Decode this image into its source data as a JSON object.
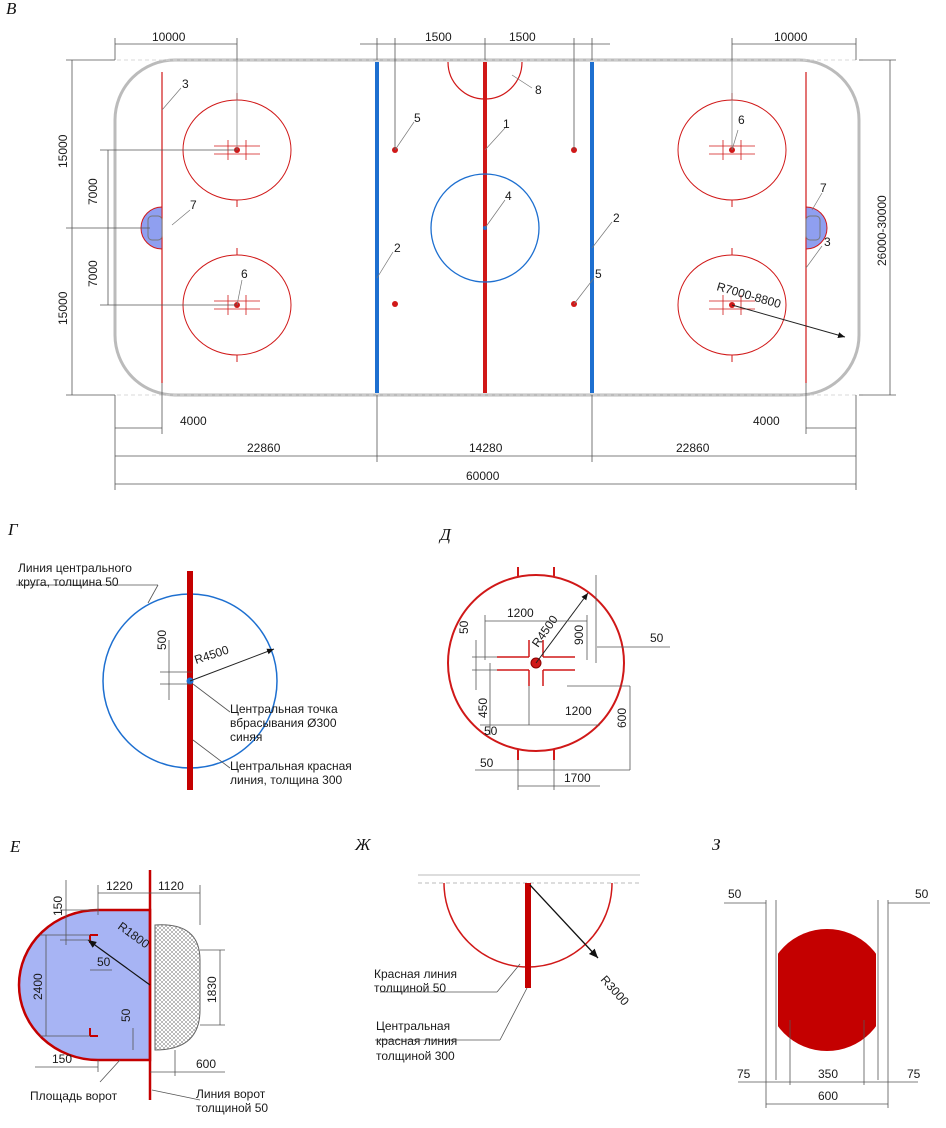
{
  "sections": {
    "v": "В",
    "g": "Г",
    "d": "Д",
    "e": "Е",
    "zh": "Ж",
    "z": "З"
  },
  "rink": {
    "dims": {
      "top_left": "10000",
      "top_c1": "1500",
      "top_c2": "1500",
      "top_right": "10000",
      "left_upper": "15000",
      "left_mid1": "7000",
      "left_mid2": "7000",
      "left_lower": "15000",
      "right_width": "26000-30000",
      "bot_left_small": "4000",
      "bot_right_small": "4000",
      "bot_left": "22860",
      "bot_center": "14280",
      "bot_right": "22860",
      "bot_total": "60000",
      "radius": "R7000-8800"
    },
    "labels": {
      "n1": "1",
      "n2a": "2",
      "n2b": "2",
      "n3a": "3",
      "n3b": "3",
      "n4": "4",
      "n5a": "5",
      "n5b": "5",
      "n6a": "6",
      "n6b": "6",
      "n7a": "7",
      "n7b": "7",
      "n8": "8"
    }
  },
  "panel_g": {
    "circle_line": "Линия центрального\nкруга, толщина 50",
    "dim_500": "500",
    "radius": "R4500",
    "center_spot": "Центральная точка\nвбрасывания Ø300\nсиняя",
    "center_line": "Центральная красная\nлиния, толщина 300"
  },
  "panel_d": {
    "d1200a": "1200",
    "radius": "R4500",
    "d900": "900",
    "d50a": "50",
    "d50b": "50",
    "d450": "450",
    "d50c": "50",
    "d1200b": "1200",
    "d600": "600",
    "d50d": "50",
    "d1700": "1700"
  },
  "panel_e": {
    "d1220": "1220",
    "d1120": "1120",
    "d150a": "150",
    "d2400": "2400",
    "d50a": "50",
    "radius": "R1800",
    "d50b": "50",
    "d1830": "1830",
    "d150b": "150",
    "d600": "600",
    "goal_area": "Площадь ворот",
    "goal_line": "Линия ворот\nтолщиной 50"
  },
  "panel_zh": {
    "red_line": "Красная линия\nтолщиной 50",
    "center_line": "Центральная\nкрасная линия\nтолщиной 300",
    "radius": "R3000"
  },
  "panel_z": {
    "d50a": "50",
    "d50b": "50",
    "d75a": "75",
    "d350": "350",
    "d75b": "75",
    "d600": "600"
  },
  "colors": {
    "red": "#d01818",
    "blue": "#1d6fd0",
    "fill_blue": "#a7b4f4",
    "dark_red": "#c40000"
  }
}
